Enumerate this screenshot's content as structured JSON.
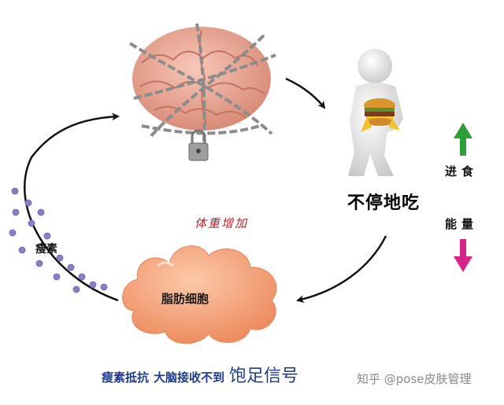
{
  "labels": {
    "eating": "不停地吃",
    "weight_gain": "体重增加",
    "leptin": "瘦素",
    "fat_cells": "脂肪细胞",
    "intake": "进食",
    "energy": "能量"
  },
  "caption": {
    "part1": "瘦素抵抗",
    "part2": "大脑接收不到",
    "part3": "饱足信号"
  },
  "watermark": "知乎 @pose皮肤管理",
  "colors": {
    "up_arrow": "#2e9e3a",
    "down_arrow": "#d4248a",
    "fat_cell": "#f4a27a",
    "leptin_dot": "#8a80c4",
    "caption_text": "#1f3c8f",
    "weight_text": "#b5242a"
  },
  "icons": {
    "brain": "chained-brain-icon",
    "person": "person-eating-burger-icon",
    "up_arrow": "green-up-arrow-icon",
    "down_arrow": "pink-down-arrow-icon"
  }
}
